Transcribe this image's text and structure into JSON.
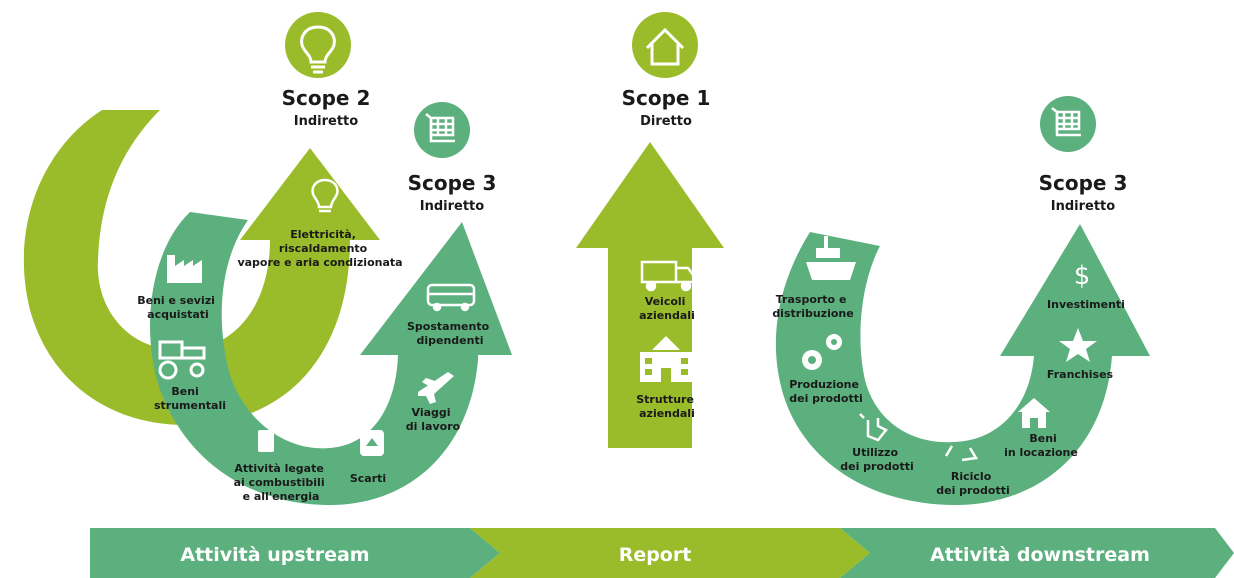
{
  "colors": {
    "lime": "#9bbc2a",
    "green": "#5cb07e",
    "white": "#ffffff",
    "text": "#1a1a1a"
  },
  "scopes": {
    "scope2": {
      "title": "Scope 2",
      "subtitle": "Indiretto",
      "icon": "lightbulb-icon"
    },
    "scope3_up": {
      "title": "Scope 3",
      "subtitle": "Indiretto",
      "icon": "shopping-cart-icon"
    },
    "scope1": {
      "title": "Scope 1",
      "subtitle": "Diretto",
      "icon": "house-icon"
    },
    "scope3_down": {
      "title": "Scope 3",
      "subtitle": "Indiretto",
      "icon": "shopping-cart-icon"
    }
  },
  "scope2_item": {
    "lines": [
      "Elettricità,",
      "riscaldamento",
      "vapore e aria condizionata"
    ],
    "icon": "lightbulb-icon"
  },
  "upstream_items": [
    {
      "lines": [
        "Beni e sevizi",
        "acquistati"
      ],
      "icon": "factory-icon"
    },
    {
      "lines": [
        "Beni",
        "strumentali"
      ],
      "icon": "tractor-icon"
    },
    {
      "lines": [
        "Attività legate",
        "ai combustibili",
        "e all'energia"
      ],
      "icon": "fuel-can-icon"
    },
    {
      "lines": [
        "Scarti"
      ],
      "icon": "recycle-bin-icon"
    },
    {
      "lines": [
        "Viaggi",
        "di lavoro"
      ],
      "icon": "airplane-icon"
    },
    {
      "lines": [
        "Spostamento",
        "dipendenti"
      ],
      "icon": "bus-icon"
    }
  ],
  "scope1_items": [
    {
      "lines": [
        "Veicoli",
        "aziendali"
      ],
      "icon": "truck-icon"
    },
    {
      "lines": [
        "Strutture",
        "aziendali"
      ],
      "icon": "building-icon"
    }
  ],
  "downstream_items": [
    {
      "lines": [
        "Trasporto e",
        "distribuzione"
      ],
      "icon": "ship-icon"
    },
    {
      "lines": [
        "Produzione",
        "dei prodotti"
      ],
      "icon": "gears-icon"
    },
    {
      "lines": [
        "Utilizzo",
        "dei prodotti"
      ],
      "icon": "hand-touch-icon"
    },
    {
      "lines": [
        "Riciclo",
        "dei prodotti"
      ],
      "icon": "recycle-icon"
    },
    {
      "lines": [
        "Beni",
        "in locazione"
      ],
      "icon": "house-icon"
    },
    {
      "lines": [
        "Franchises"
      ],
      "icon": "star-icon"
    },
    {
      "lines": [
        "Investimenti"
      ],
      "icon": "dollar-icon"
    }
  ],
  "band": {
    "upstream": "Attività upstream",
    "report": "Report",
    "downstream": "Attività downstream"
  }
}
